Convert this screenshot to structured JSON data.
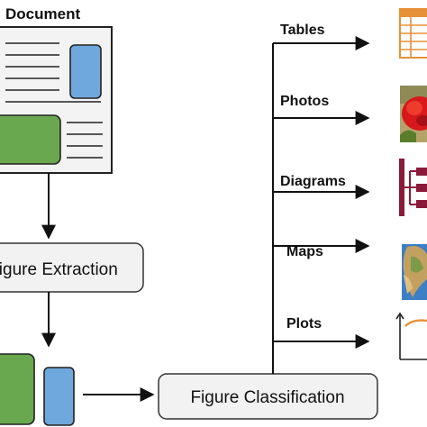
{
  "nodes": {
    "document": "Document",
    "figure_extraction": "Figure Extraction",
    "figure_classification": "Figure Classification"
  },
  "categories": [
    "Tables",
    "Photos",
    "Diagrams",
    "Maps",
    "Plots"
  ],
  "icons": {
    "tables": "table-icon",
    "photos": "flower-photo-icon",
    "diagrams": "tree-diagram-icon",
    "maps": "map-icon",
    "plots": "line-plot-icon"
  },
  "colors": {
    "blue_block": "#6fa8dc",
    "green_block": "#6aa84f",
    "doc_fill": "#f3f3f3",
    "node_fill": "#f2f2f2",
    "table_orange": "#e69138",
    "diagram_maroon": "#8b1a3a",
    "photo_red": "#d7191c"
  }
}
